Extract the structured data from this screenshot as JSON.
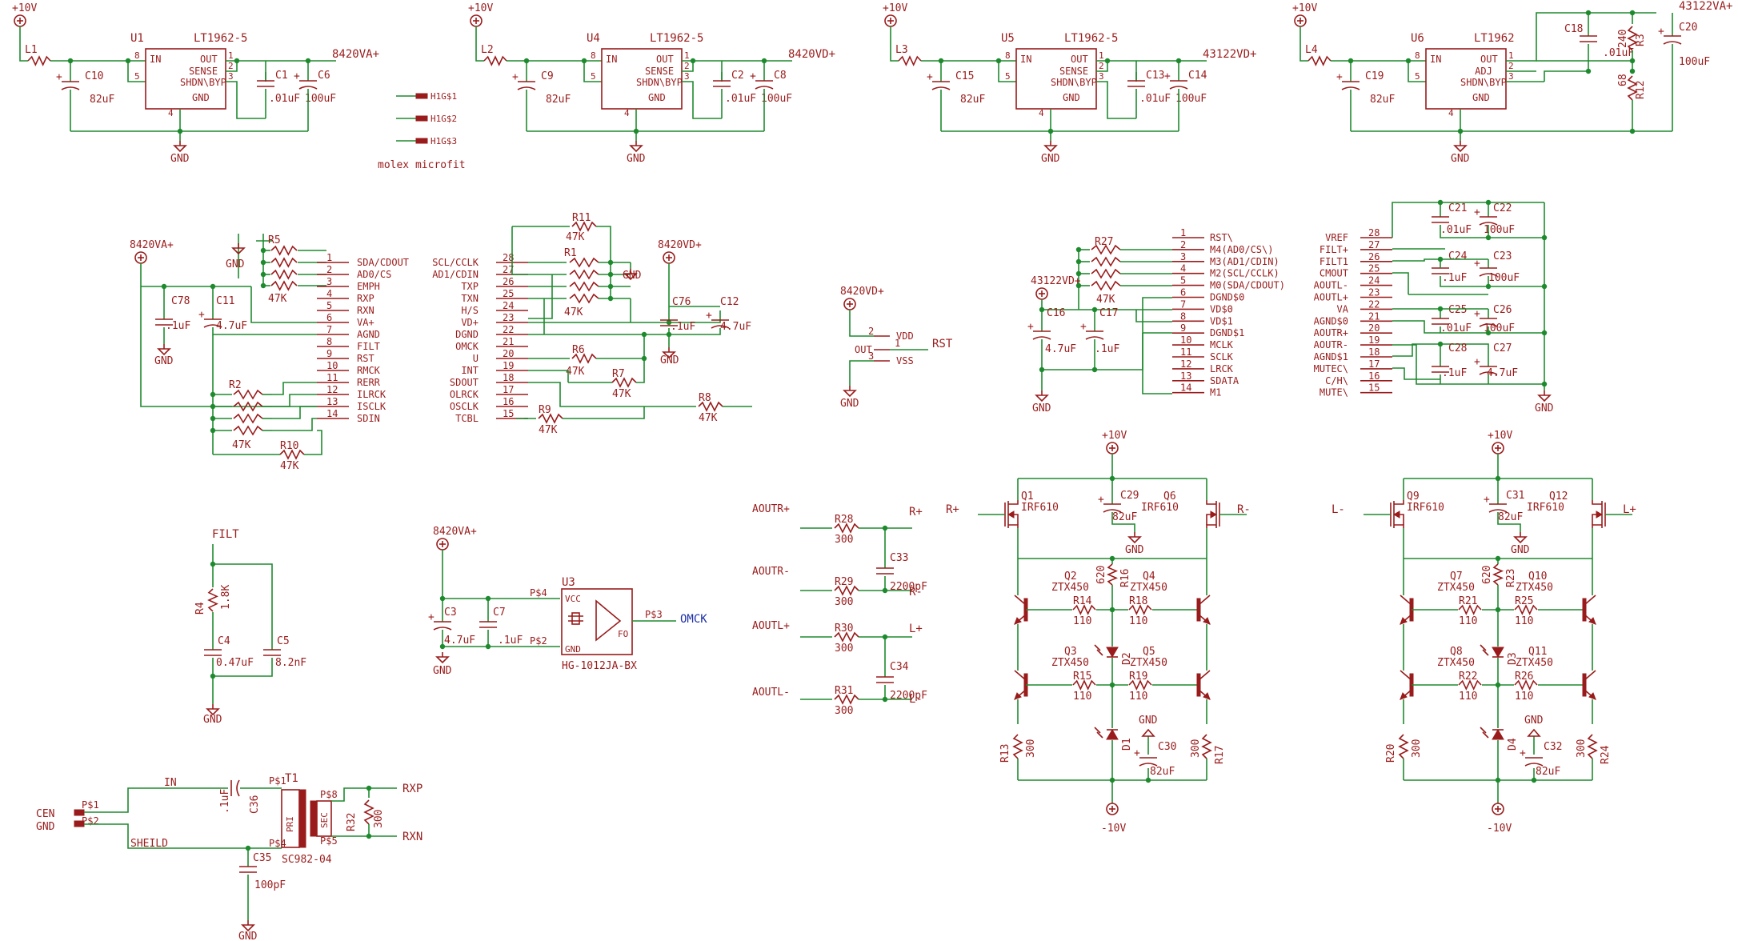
{
  "regulators": [
    {
      "ref": "U1",
      "part": "LT1962-5",
      "l": "L1",
      "cin": "C10",
      "cin_v": "82uF",
      "c1": "C1",
      "c1_v": ".01uF",
      "c2": "C6",
      "c2_v": "100uF",
      "out": "8420VA+",
      "adj": false
    },
    {
      "ref": "U4",
      "part": "LT1962-5",
      "l": "L2",
      "cin": "C9",
      "cin_v": "82uF",
      "c1": "C2",
      "c1_v": ".01uF",
      "c2": "C8",
      "c2_v": "100uF",
      "out": "8420VD+",
      "adj": false
    },
    {
      "ref": "U5",
      "part": "LT1962-5",
      "l": "L3",
      "cin": "C15",
      "cin_v": "82uF",
      "c1": "C13",
      "c1_v": ".01uF",
      "c2": "C14",
      "c2_v": "100uF",
      "out": "43122VD+",
      "adj": false
    },
    {
      "ref": "U6",
      "part": "LT1962",
      "l": "L4",
      "cin": "C19",
      "cin_v": "82uF",
      "c1": "C18",
      "c1_v": ".01uF",
      "c2": "C20",
      "c2_v": "100uF",
      "out": "43122VA+",
      "adj": true,
      "r_top": "R3",
      "r_top_v": "240",
      "r_bot": "R12",
      "r_bot_v": "68"
    }
  ],
  "reg_pins": {
    "in": "IN",
    "out": "OUT",
    "sense": "SENSE",
    "adj": "ADJ",
    "shdn": "SHDN\\BYP",
    "gnd": "GND",
    "p8": "8",
    "p1": "1",
    "p2": "2",
    "p3": "3",
    "p4": "4",
    "p5": "5"
  },
  "power": {
    "v10": "+10V",
    "vneg10": "-10V",
    "gnd": "GND"
  },
  "header": {
    "pins": [
      "H1G$1",
      "H1G$2",
      "H1G$3"
    ],
    "caption": "molex microfit"
  },
  "receiver": {
    "supply": "8420VA+",
    "left_pins": [
      {
        "n": "1",
        "name": "SDA/CDOUT"
      },
      {
        "n": "2",
        "name": "AD0/CS"
      },
      {
        "n": "3",
        "name": "EMPH"
      },
      {
        "n": "4",
        "name": "RXP"
      },
      {
        "n": "5",
        "name": "RXN"
      },
      {
        "n": "6",
        "name": "VA+"
      },
      {
        "n": "7",
        "name": "AGND"
      },
      {
        "n": "8",
        "name": "FILT"
      },
      {
        "n": "9",
        "name": "RST"
      },
      {
        "n": "10",
        "name": "RMCK"
      },
      {
        "n": "11",
        "name": "RERR"
      },
      {
        "n": "12",
        "name": "ILRCK"
      },
      {
        "n": "13",
        "name": "ISCLK"
      },
      {
        "n": "14",
        "name": "SDIN"
      }
    ],
    "right_pins": [
      {
        "n": "28",
        "name": "SCL/CCLK"
      },
      {
        "n": "27",
        "name": "AD1/CDIN"
      },
      {
        "n": "26",
        "name": "TXP"
      },
      {
        "n": "25",
        "name": "TXN"
      },
      {
        "n": "24",
        "name": "H/S"
      },
      {
        "n": "23",
        "name": "VD+"
      },
      {
        "n": "22",
        "name": "DGND"
      },
      {
        "n": "21",
        "name": "OMCK"
      },
      {
        "n": "20",
        "name": "U"
      },
      {
        "n": "19",
        "name": "INT"
      },
      {
        "n": "18",
        "name": "SDOUT"
      },
      {
        "n": "17",
        "name": "OLRCK"
      },
      {
        "n": "16",
        "name": "OSCLK"
      },
      {
        "n": "15",
        "name": "TCBL"
      }
    ],
    "parts": {
      "R5": "R5",
      "R5_v": "47K",
      "C78": "C78",
      "C78_v": ".1uF",
      "C11": "C11",
      "C11_v": "4.7uF",
      "R2": "R2",
      "R2_v": "47K",
      "R10": "R10",
      "R10_v": "47K",
      "R11": "R11",
      "R11_v": "47K",
      "R1": "R1",
      "R1_v": "47K",
      "R6": "R6",
      "R6_v": "47K",
      "R7": "R7",
      "R7_v": "47K",
      "R9": "R9",
      "R9_v": "47K",
      "R8": "R8",
      "R8_v": "47K",
      "C76": "C76",
      "C76_v": ".1uF",
      "C12": "C12",
      "C12_v": "4.7uF",
      "vd": "8420VD+"
    }
  },
  "reset_chip": {
    "supply": "8420VD+",
    "pins": [
      {
        "n": "2",
        "name": "VDD"
      },
      {
        "n": "1",
        "name": "OUT"
      },
      {
        "n": "3",
        "name": "VSS"
      }
    ],
    "signal": "RST"
  },
  "dac": {
    "supply": "43122VD+",
    "left_pins": [
      {
        "n": "1",
        "name": "RST\\"
      },
      {
        "n": "2",
        "name": "M4(AD0/CS\\)"
      },
      {
        "n": "3",
        "name": "M3(AD1/CDIN)"
      },
      {
        "n": "4",
        "name": "M2(SCL/CCLK)"
      },
      {
        "n": "5",
        "name": "M0(SDA/CDOUT)"
      },
      {
        "n": "6",
        "name": "DGND$0"
      },
      {
        "n": "7",
        "name": "VD$0"
      },
      {
        "n": "8",
        "name": "VD$1"
      },
      {
        "n": "9",
        "name": "DGND$1"
      },
      {
        "n": "10",
        "name": "MCLK"
      },
      {
        "n": "11",
        "name": "SCLK"
      },
      {
        "n": "12",
        "name": "LRCK"
      },
      {
        "n": "13",
        "name": "SDATA"
      },
      {
        "n": "14",
        "name": "M1"
      }
    ],
    "right_pins": [
      {
        "n": "28",
        "name": "VREF"
      },
      {
        "n": "27",
        "name": "FILT+"
      },
      {
        "n": "26",
        "name": "FILT1"
      },
      {
        "n": "25",
        "name": "CMOUT"
      },
      {
        "n": "24",
        "name": "AOUTL-"
      },
      {
        "n": "23",
        "name": "AOUTL+"
      },
      {
        "n": "22",
        "name": "VA"
      },
      {
        "n": "21",
        "name": "AGND$0"
      },
      {
        "n": "20",
        "name": "AOUTR+"
      },
      {
        "n": "19",
        "name": "AOUTR-"
      },
      {
        "n": "18",
        "name": "AGND$1"
      },
      {
        "n": "17",
        "name": "MUTEC\\"
      },
      {
        "n": "16",
        "name": "C/H\\"
      },
      {
        "n": "15",
        "name": "MUTE\\"
      }
    ],
    "parts": {
      "R27": "R27",
      "R27_v": "47K",
      "C16": "C16",
      "C16_v": "4.7uF",
      "C17": "C17",
      "C17_v": ".1uF",
      "C21": "C21",
      "C21_v": ".01uF",
      "C22": "C22",
      "C22_v": "100uF",
      "C24": "C24",
      "C24_v": ".1uF",
      "C23": "C23",
      "C23_v": "100uF",
      "C25": "C25",
      "C25_v": ".01uF",
      "C26": "C26",
      "C26_v": "100uF",
      "C28": "C28",
      "C28_v": ".1uF",
      "C27": "C27",
      "C27_v": "4.7uF"
    }
  },
  "filt_network": {
    "label": "FILT",
    "R4": "R4",
    "R4_v": "1.8K",
    "C4": "C4",
    "C4_v": "0.47uF",
    "C5": "C5",
    "C5_v": "8.2nF",
    "gnd": "GND"
  },
  "oscillator": {
    "supply": "8420VA+",
    "ref": "U3",
    "part": "HG-1012JA-BX",
    "vcc": "VCC",
    "gnd": "GND",
    "fo": "FO",
    "p4": "P$4",
    "p2": "P$2",
    "p3": "P$3",
    "net": "OMCK",
    "C3": "C3",
    "C3_v": "4.7uF",
    "C7": "C7",
    "C7_v": ".1uF"
  },
  "output_filters": [
    {
      "in_a": "AOUTR+",
      "ra": "R28",
      "ra_v": "300",
      "out_a": "R+",
      "c": "C33",
      "c_v": "2200pF",
      "in_b": "AOUTR-",
      "rb": "R29",
      "rb_v": "300",
      "out_b": "R-"
    },
    {
      "in_a": "AOUTL+",
      "ra": "R30",
      "ra_v": "300",
      "out_a": "L+",
      "c": "C34",
      "c_v": "2200pF",
      "in_b": "AOUTL-",
      "rb": "R31",
      "rb_v": "300",
      "out_b": "L-"
    }
  ],
  "input_xfmr": {
    "cen": "CEN",
    "gnd": "GND",
    "p1": "P$1",
    "p2": "P$2",
    "in": "IN",
    "shield": "SHEILD",
    "C36": "C36",
    "C36_v": ".1uF",
    "T1": "T1",
    "part": "SC982-04",
    "pri": "PRI",
    "sec": "SEC",
    "p8": "P$8",
    "p5": "P$5",
    "p4": "P$4",
    "R32": "R32",
    "R32_v": "300",
    "rxp": "RXP",
    "rxn": "RXN",
    "C35": "C35",
    "C35_v": "100pF",
    "gnd_b": "GND"
  },
  "amps": [
    {
      "in_l": "R+",
      "in_r": "R-",
      "qa": "Q1",
      "qb": "Q6",
      "mos": "IRF610",
      "cap": "C29",
      "cap_v": "82uF",
      "r_mid": "R16",
      "r_mid_v": "620",
      "q2": "Q2",
      "q4": "Q4",
      "q3": "Q3",
      "q5": "Q5",
      "bjt": "ZTX450",
      "r14": "R14",
      "r15": "R15",
      "r18": "R18",
      "r19": "R19",
      "r_v": "110",
      "d_top": "D2",
      "d_bot": "D1",
      "cap2": "C30",
      "cap2_v": "82uF",
      "r_l": "R13",
      "r_r": "R17",
      "r_lr_v": "300"
    },
    {
      "in_l": "L-",
      "in_r": "L+",
      "qa": "Q9",
      "qb": "Q12",
      "mos": "IRF610",
      "cap": "C31",
      "cap_v": "82uF",
      "r_mid": "R23",
      "r_mid_v": "620",
      "q2": "Q7",
      "q4": "Q10",
      "q3": "Q8",
      "q5": "Q11",
      "bjt": "ZTX450",
      "r14": "R21",
      "r15": "R22",
      "r18": "R25",
      "r19": "R26",
      "r_v": "110",
      "d_top": "D3",
      "d_bot": "D4",
      "cap2": "C32",
      "cap2_v": "82uF",
      "r_l": "R20",
      "r_r": "R24",
      "r_lr_v": "300"
    }
  ]
}
